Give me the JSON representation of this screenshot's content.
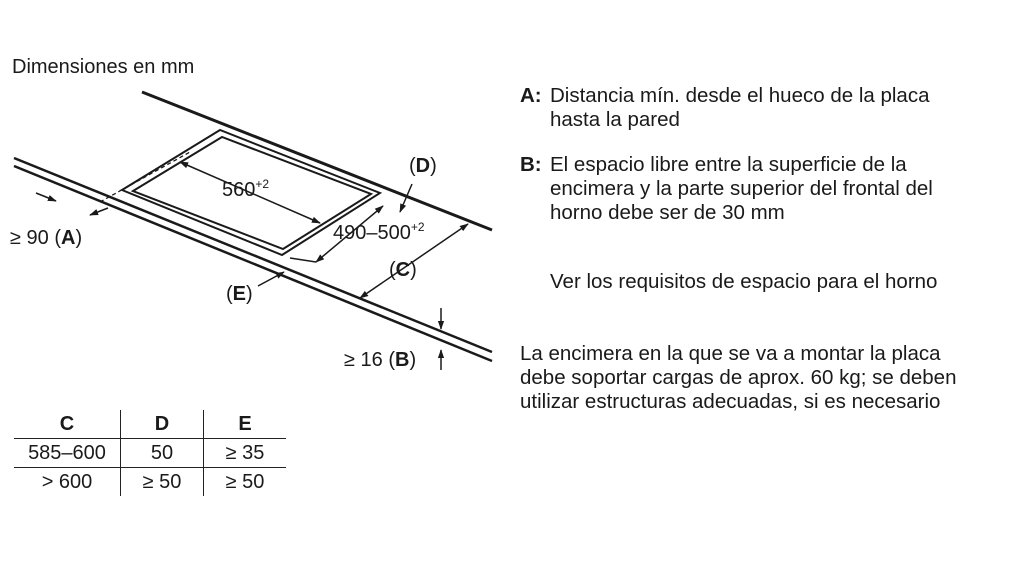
{
  "title": "Dimensiones en mm",
  "labels": {
    "width_base": "560",
    "width_sup": "+2",
    "depth_base": "490–500",
    "depth_sup": "+2",
    "a_prefix": "≥ 90 (",
    "a_key": "A",
    "a_suffix": ")",
    "b_prefix": "≥ 16 (",
    "b_key": "B",
    "b_suffix": ")",
    "c_open": "(",
    "c_key": "C",
    "c_close": ")",
    "d_open": "(",
    "d_key": "D",
    "d_close": ")",
    "e_open": "(",
    "e_key": "E",
    "e_close": ")"
  },
  "notes": [
    {
      "key": "A:",
      "text": "Distancia mín. desde el hueco de la placa hasta la pared"
    },
    {
      "key": "B:",
      "text": "El espacio libre entre la superficie de la encimera y la parte superior del frontal del horno debe ser de 30 mm"
    },
    {
      "key": "",
      "text": "Ver los requisitos de espacio para el horno"
    },
    {
      "key": "",
      "text": "La encimera en la que se va a montar la placa debe soportar cargas de aprox. 60 kg; se deben utilizar estructuras adecuadas, si es necesario"
    }
  ],
  "table": {
    "headers": [
      "C",
      "D",
      "E"
    ],
    "rows": [
      [
        "585–600",
        "50",
        "≥ 35"
      ],
      [
        "> 600",
        "≥ 50",
        "≥ 50"
      ]
    ]
  }
}
